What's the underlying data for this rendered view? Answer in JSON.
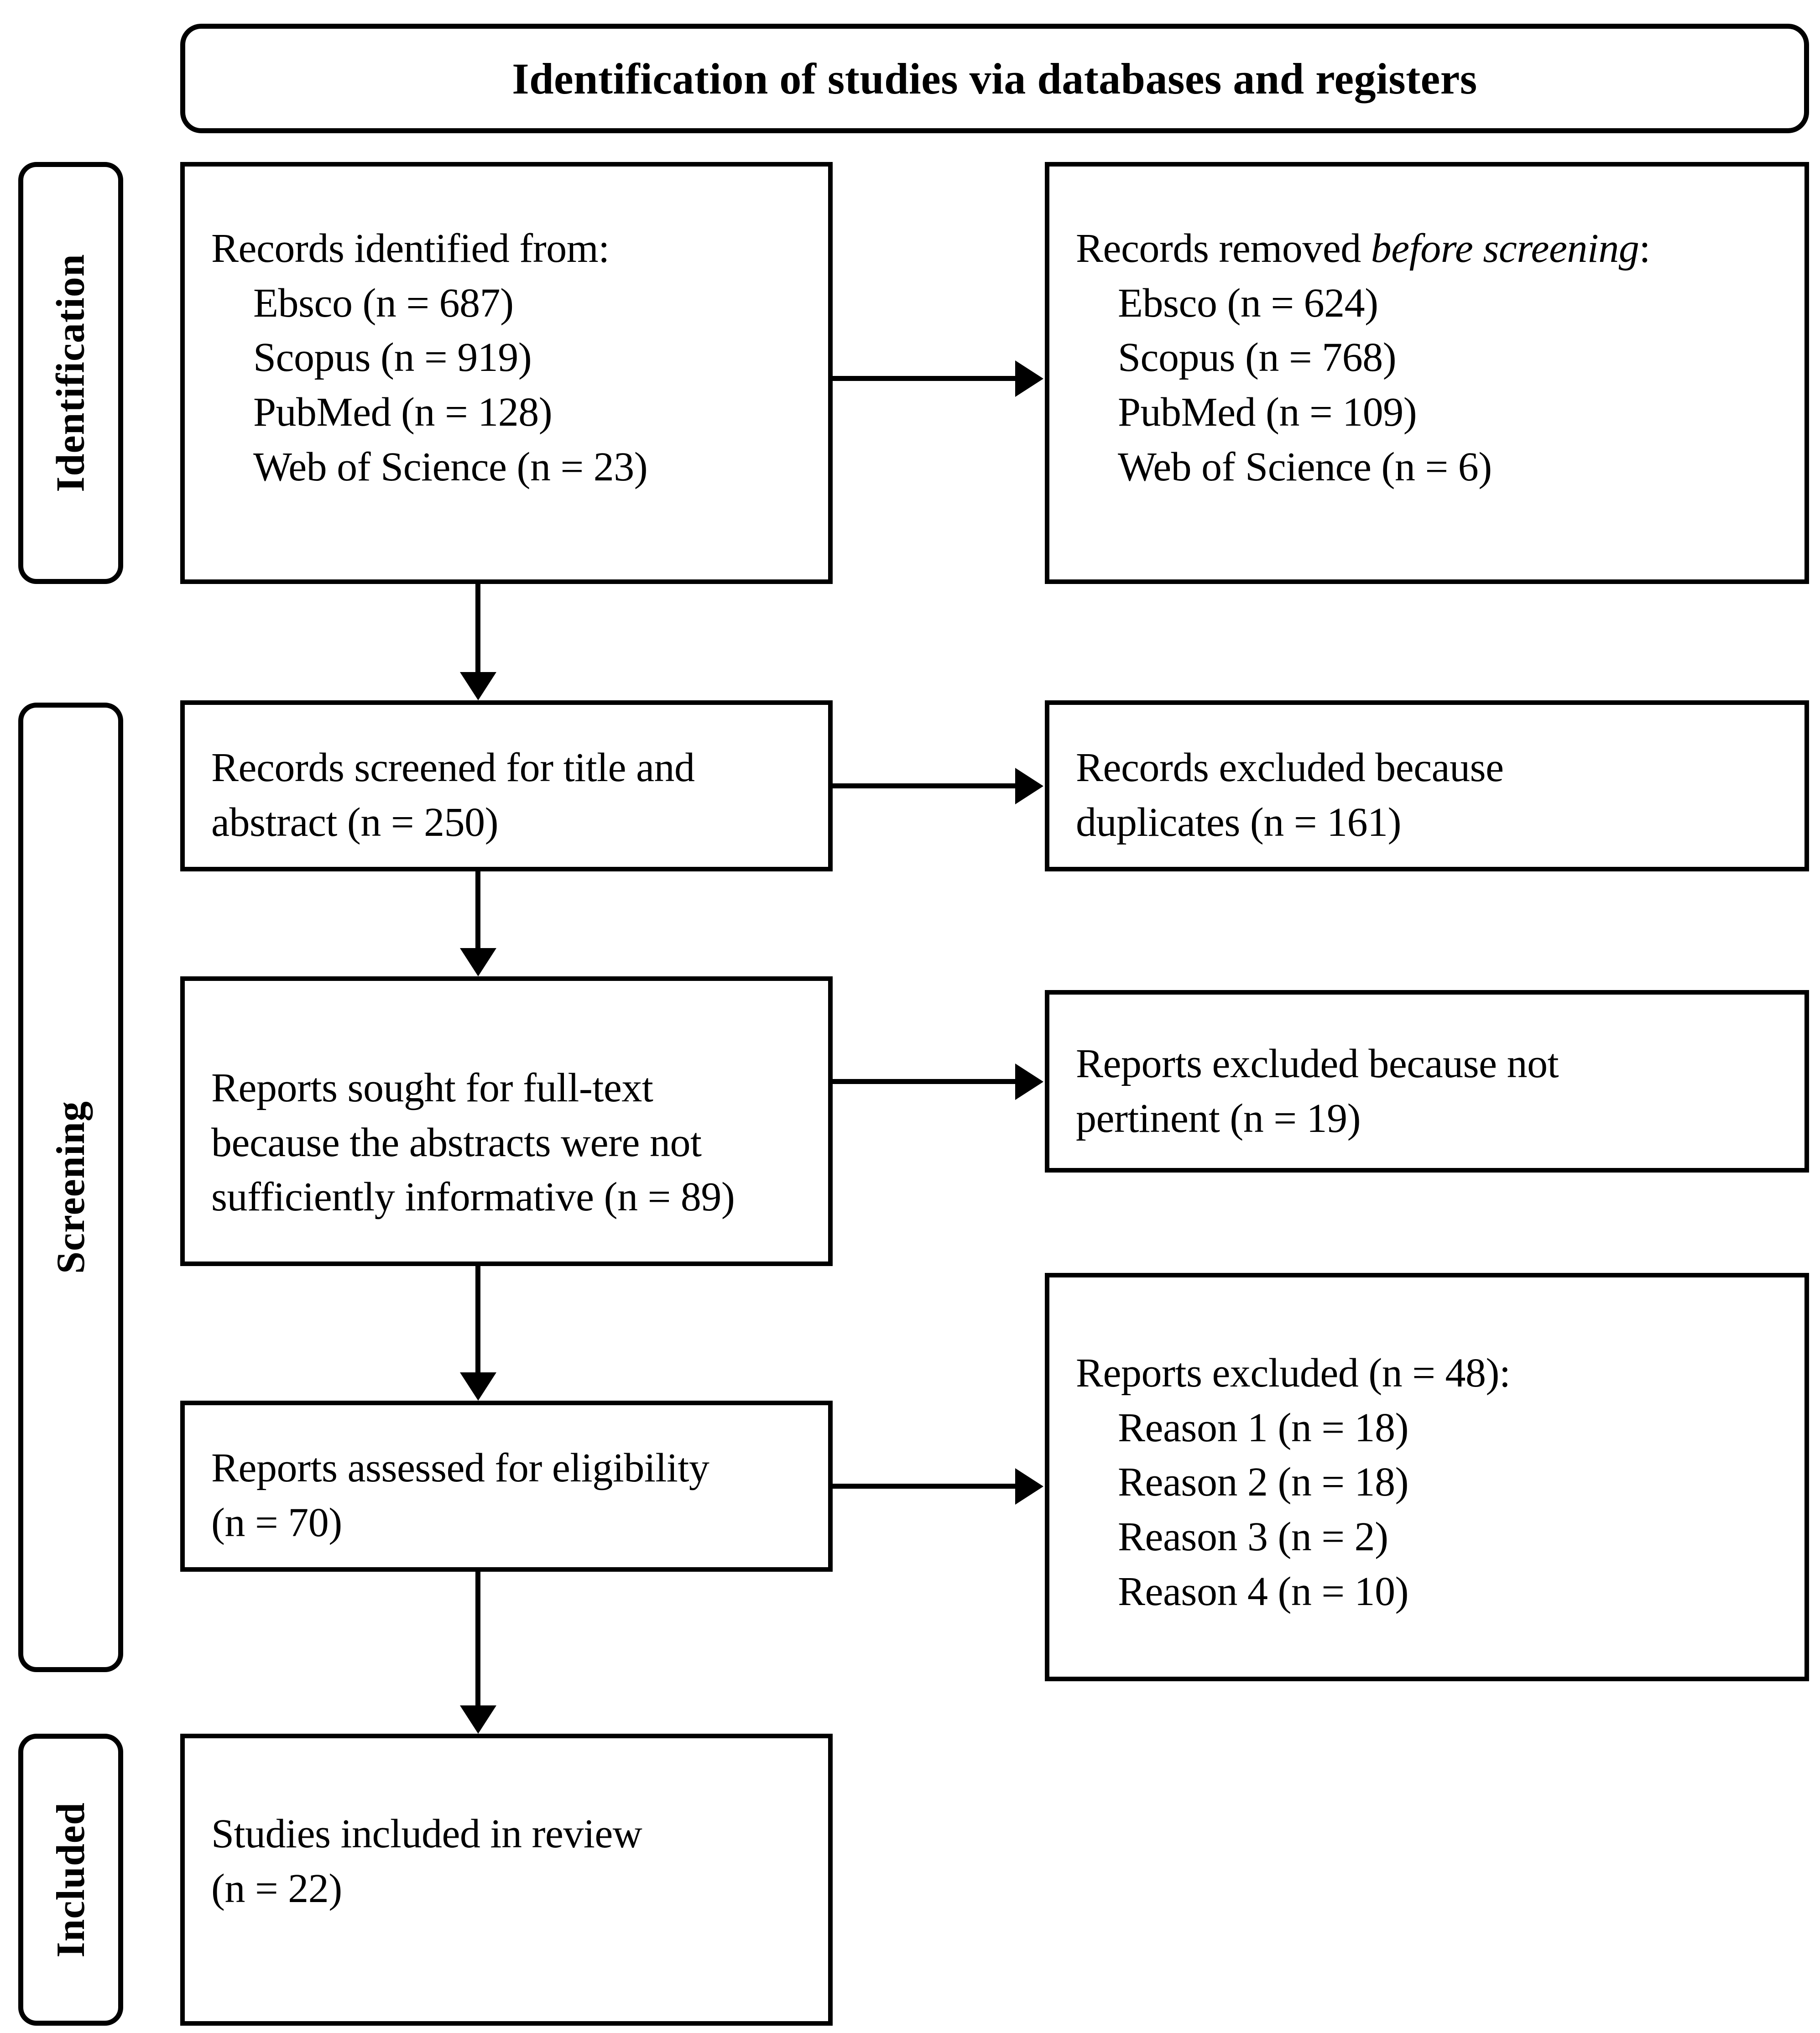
{
  "figure": {
    "type": "prisma-flow-diagram",
    "banner_title": "Identification of studies via databases and registers"
  },
  "stages": [
    {
      "id": "identification",
      "label": "Identification"
    },
    {
      "id": "screening",
      "label": "Screening"
    },
    {
      "id": "included",
      "label": "Included"
    }
  ],
  "boxes": {
    "records_identified": {
      "heading": "Records identified from:",
      "items": [
        "Ebsco (n = 687)",
        "Scopus (n = 919)",
        "PubMed (n = 128)",
        "Web of Science (n = 23)"
      ]
    },
    "records_removed": {
      "heading_before": "Records removed ",
      "heading_italic": "before screening",
      "heading_after": ":",
      "items": [
        "Ebsco (n = 624)",
        "Scopus (n = 768)",
        "PubMed (n = 109)",
        "Web of Science (n = 6)"
      ]
    },
    "records_screened": {
      "line1": "Records screened for title and",
      "line2": "abstract (n = 250)"
    },
    "records_excluded_duplicates": {
      "line1": "Records excluded because",
      "line2": "duplicates (n = 161)"
    },
    "reports_sought": {
      "line1": "Reports sought for full-text",
      "line2": "because the abstracts were not",
      "line3": "sufficiently informative (n = 89)"
    },
    "reports_excluded_not_pertinent": {
      "line1": "Reports excluded because not",
      "line2": "pertinent (n = 19)"
    },
    "reports_assessed": {
      "line1": "Reports assessed for eligibility",
      "line2": "(n = 70)"
    },
    "reports_excluded_reasons": {
      "heading": "Reports excluded (n = 48):",
      "items": [
        "Reason 1 (n = 18)",
        "Reason 2 (n = 18)",
        "Reason 3 (n = 2)",
        "Reason 4 (n = 10)"
      ]
    },
    "studies_included": {
      "line1": "Studies included in review",
      "line2": "(n = 22)"
    }
  },
  "chart_data": {
    "type": "diagram",
    "title": "Identification of studies via databases and registers",
    "nodes": [
      {
        "id": "records_identified",
        "stage": "Identification",
        "column": "left",
        "label": "Records identified from:",
        "values": {
          "Ebsco": 687,
          "Scopus": 919,
          "PubMed": 128,
          "Web of Science": 23
        }
      },
      {
        "id": "records_removed",
        "stage": "Identification",
        "column": "right",
        "label": "Records removed before screening:",
        "values": {
          "Ebsco": 624,
          "Scopus": 768,
          "PubMed": 109,
          "Web of Science": 6
        }
      },
      {
        "id": "records_screened",
        "stage": "Screening",
        "column": "left",
        "label": "Records screened for title and abstract",
        "n": 250
      },
      {
        "id": "records_excluded_duplicates",
        "stage": "Screening",
        "column": "right",
        "label": "Records excluded because duplicates",
        "n": 161
      },
      {
        "id": "reports_sought",
        "stage": "Screening",
        "column": "left",
        "label": "Reports sought for full-text because the abstracts were not sufficiently informative",
        "n": 89
      },
      {
        "id": "reports_excluded_not_pertinent",
        "stage": "Screening",
        "column": "right",
        "label": "Reports excluded because not pertinent",
        "n": 19
      },
      {
        "id": "reports_assessed",
        "stage": "Screening",
        "column": "left",
        "label": "Reports assessed for eligibility",
        "n": 70
      },
      {
        "id": "reports_excluded_reasons",
        "stage": "Screening",
        "column": "right",
        "label": "Reports excluded",
        "n": 48,
        "values": {
          "Reason 1": 18,
          "Reason 2": 18,
          "Reason 3": 2,
          "Reason 4": 10
        }
      },
      {
        "id": "studies_included",
        "stage": "Included",
        "column": "left",
        "label": "Studies included in review",
        "n": 22
      }
    ],
    "edges": [
      {
        "from": "records_identified",
        "to": "records_removed",
        "direction": "right"
      },
      {
        "from": "records_identified",
        "to": "records_screened",
        "direction": "down"
      },
      {
        "from": "records_screened",
        "to": "records_excluded_duplicates",
        "direction": "right"
      },
      {
        "from": "records_screened",
        "to": "reports_sought",
        "direction": "down"
      },
      {
        "from": "reports_sought",
        "to": "reports_excluded_not_pertinent",
        "direction": "right"
      },
      {
        "from": "reports_sought",
        "to": "reports_assessed",
        "direction": "down"
      },
      {
        "from": "reports_assessed",
        "to": "reports_excluded_reasons",
        "direction": "right"
      },
      {
        "from": "reports_assessed",
        "to": "studies_included",
        "direction": "down"
      }
    ],
    "colors": {
      "stroke": "#000000",
      "fill": "#ffffff",
      "text": "#000000"
    }
  }
}
